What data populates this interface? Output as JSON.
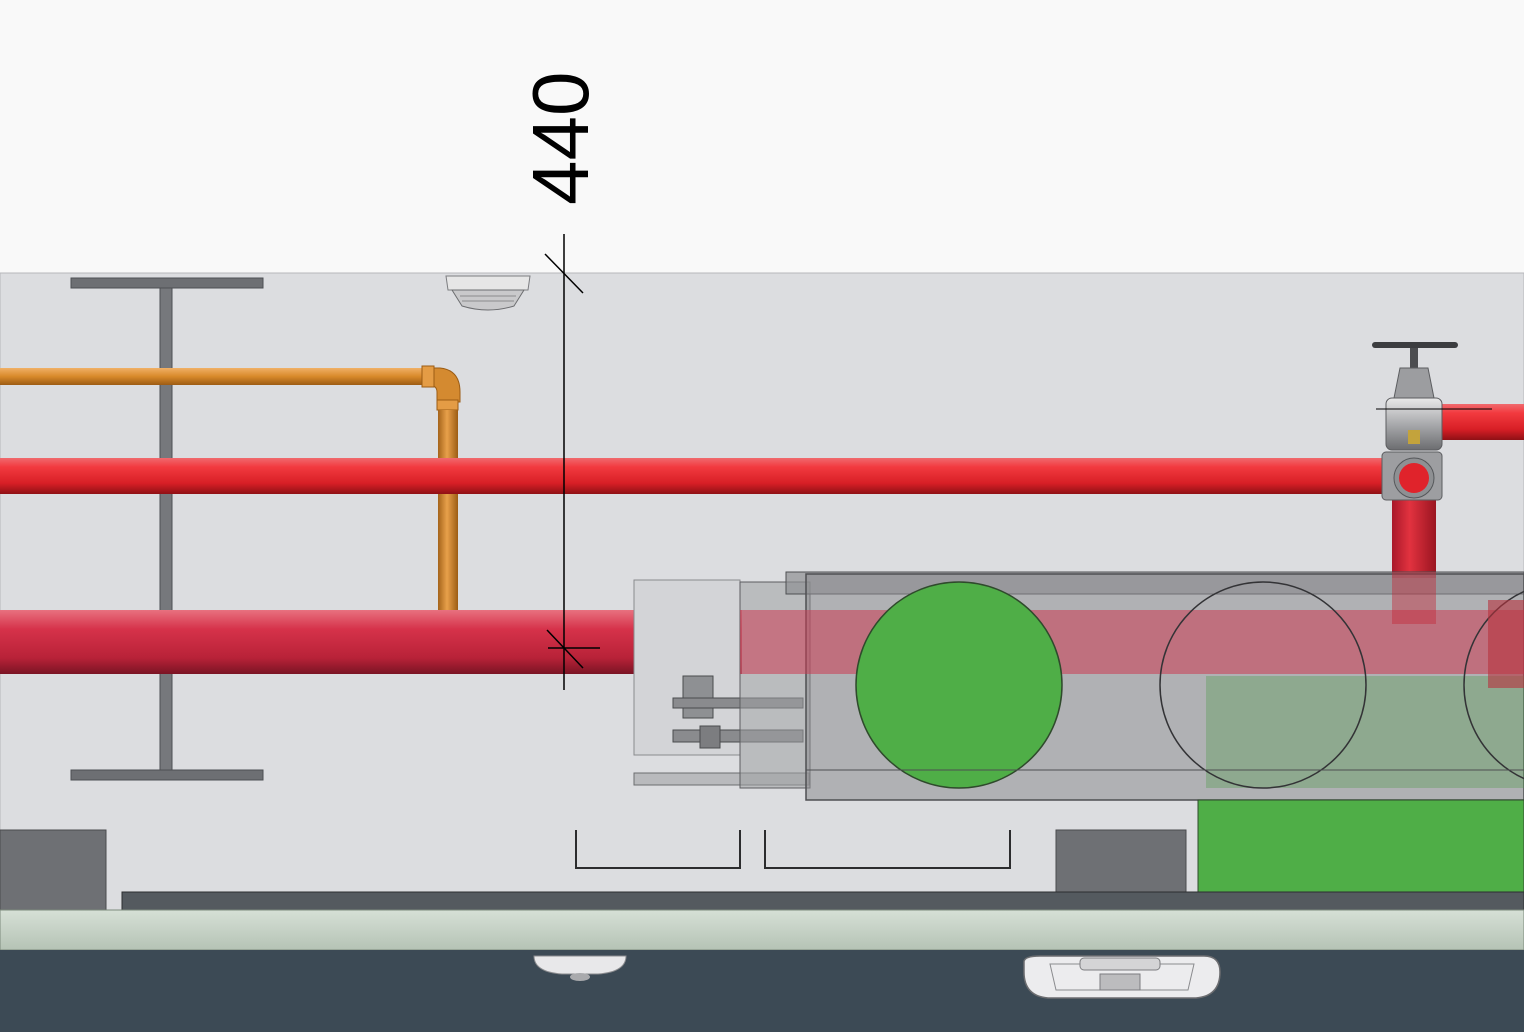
{
  "diagram": {
    "dimension": {
      "value": "440"
    },
    "colors": {
      "sky": "#f9f9f9",
      "wall": "#dcdde0",
      "fire_pipe": "#e5252b",
      "water_pipe": "#d3324a",
      "gas_pipe": "#d8892a",
      "steel_beam": "#6f7175",
      "duct": "#7e7f83",
      "duct_fill_green": "#4fae47",
      "slab_top": "#c3d1c3",
      "slab_dark": "#3c4a55",
      "dimension_line": "#000000"
    },
    "components": [
      "i-beam",
      "gas-pipe",
      "fire-main-pipe",
      "water-main-pipe",
      "gate-valve",
      "tee-fitting",
      "smoke-detector",
      "air-duct",
      "cable-tray",
      "floor-slab",
      "ceiling-lamp"
    ]
  }
}
